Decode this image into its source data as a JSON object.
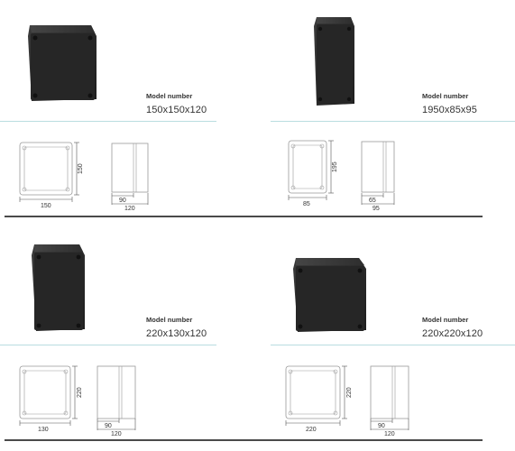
{
  "products": [
    {
      "model_label": "Model number",
      "model_value": "150x150x120",
      "front_width": "150",
      "front_height": "150",
      "side_depth_inner": "90",
      "side_depth_total": "120"
    },
    {
      "model_label": "Model number",
      "model_value": "1950x85x95",
      "front_width": "85",
      "front_height": "195",
      "side_depth_inner": "65",
      "side_depth_total": "95"
    },
    {
      "model_label": "Model number",
      "model_value": "220x130x120",
      "front_width": "130",
      "front_height": "220",
      "side_depth_inner": "90",
      "side_depth_total": "120"
    },
    {
      "model_label": "Model number",
      "model_value": "220x220x120",
      "front_width": "220",
      "front_height": "220",
      "side_depth_inner": "90",
      "side_depth_total": "120"
    }
  ],
  "colors": {
    "accent_line": "#b9dde0",
    "separator": "#4a4a4a",
    "box_body": "#2b2b2b"
  }
}
